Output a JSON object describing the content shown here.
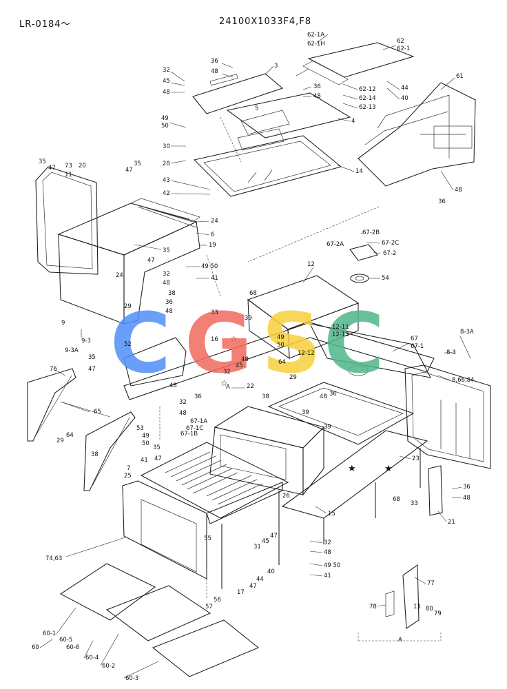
{
  "header": {
    "left": "LR-0184～",
    "right": "24100X1033F4,F8"
  },
  "watermark": {
    "letters": [
      {
        "char": "C",
        "color": "#4f8ff7"
      },
      {
        "char": "G",
        "color": "#f06a5e"
      },
      {
        "char": "S",
        "color": "#f7cf3c"
      },
      {
        "char": "C",
        "color": "#4fb78a"
      }
    ]
  },
  "callouts": [
    "62-1A",
    "62-1H",
    "62",
    "62-1",
    "36",
    "48",
    "3",
    "32",
    "45",
    "48",
    "36",
    "48",
    "62-12",
    "62-14",
    "62-13",
    "44",
    "40",
    "61",
    "5",
    "4",
    "49",
    "50",
    "30",
    "28",
    "14",
    "48",
    "36",
    "35",
    "47",
    "73",
    "11",
    "20",
    "47",
    "35",
    "43",
    "42",
    "24",
    "6",
    "35",
    "19",
    "47",
    "32",
    "48",
    "49 50",
    "41",
    "67-2B",
    "67-2C",
    "67-2A",
    "67-2",
    "12",
    "54",
    "24",
    "38",
    "36",
    "48",
    "29",
    "9",
    "9-3",
    "9-3A",
    "33",
    "68",
    "39",
    "16",
    "49",
    "50",
    "12-11",
    "12-13",
    "8-3A",
    "8-3",
    "67",
    "67-1",
    "52",
    "35",
    "47",
    "32",
    "48",
    "45",
    "12-12",
    "64",
    "29",
    "8,66,84",
    "76",
    "65",
    "22",
    "38",
    "36",
    "39",
    "48",
    "48",
    "36",
    "32",
    "48",
    "49",
    "50",
    "53",
    "67-1A",
    "67-1C",
    "67-1B",
    "39",
    "64",
    "29",
    "38",
    "35",
    "47",
    "41",
    "23",
    "7",
    "25",
    "68",
    "33",
    "36",
    "48",
    "26",
    "21",
    "15",
    "74,63",
    "55",
    "31",
    "45",
    "47",
    "32",
    "48",
    "40",
    "44",
    "47",
    "49 50",
    "41",
    "17",
    "57",
    "56",
    "77",
    "78",
    "13",
    "80",
    "79",
    "A",
    "60-1",
    "60-5",
    "60-6",
    "60",
    "60-4",
    "60-2",
    "60-3",
    "A"
  ]
}
